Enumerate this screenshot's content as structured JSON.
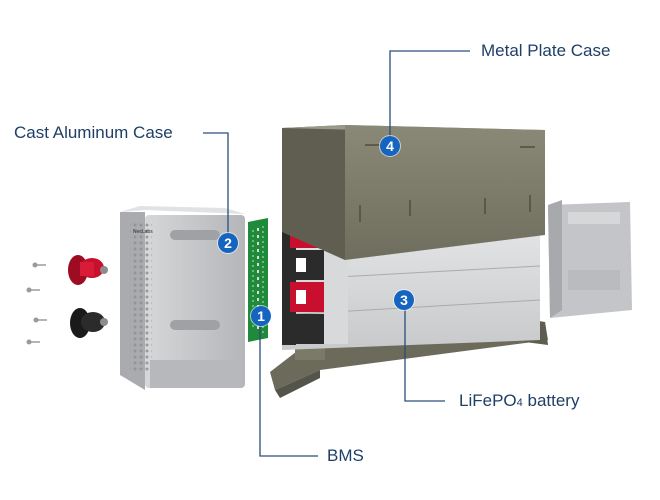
{
  "labels": {
    "metal_plate_case": "Metal Plate Case",
    "cast_aluminum_case": "Cast Aluminum Case",
    "lifepo4_prefix": "LiFePO",
    "lifepo4_sub": "4",
    "lifepo4_suffix": " battery",
    "bms": "BMS"
  },
  "badges": {
    "bms": "1",
    "cast_aluminum_case": "2",
    "lifepo4_battery": "3",
    "metal_plate_case": "4"
  },
  "logo_text": "NecLabs",
  "colors": {
    "callout_text": "#1f3f66",
    "leader_line": "#2a4d7a",
    "badge": "#1565c0",
    "metal_case": "#7b7a69",
    "aluminum_case": "#c9cacc",
    "pcb": "#1f8a3a",
    "terminal_red": "#c8102e",
    "terminal_black": "#2b2b2b"
  }
}
